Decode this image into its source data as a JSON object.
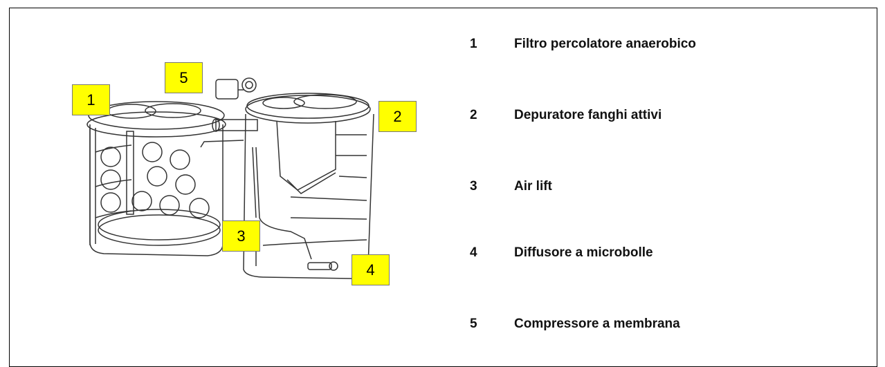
{
  "callouts": [
    {
      "num": "1"
    },
    {
      "num": "2"
    },
    {
      "num": "3"
    },
    {
      "num": "4"
    },
    {
      "num": "5"
    }
  ],
  "legend": [
    {
      "num": "1",
      "label": "Filtro percolatore anaerobico"
    },
    {
      "num": "2",
      "label": "Depuratore fanghi attivi"
    },
    {
      "num": "3",
      "label": "Air lift"
    },
    {
      "num": "4",
      "label": "Diffusore a microbolle"
    },
    {
      "num": "5",
      "label": "Compressore a membrana"
    }
  ],
  "colors": {
    "callout_fill": "#ffff00",
    "line": "#333333"
  }
}
